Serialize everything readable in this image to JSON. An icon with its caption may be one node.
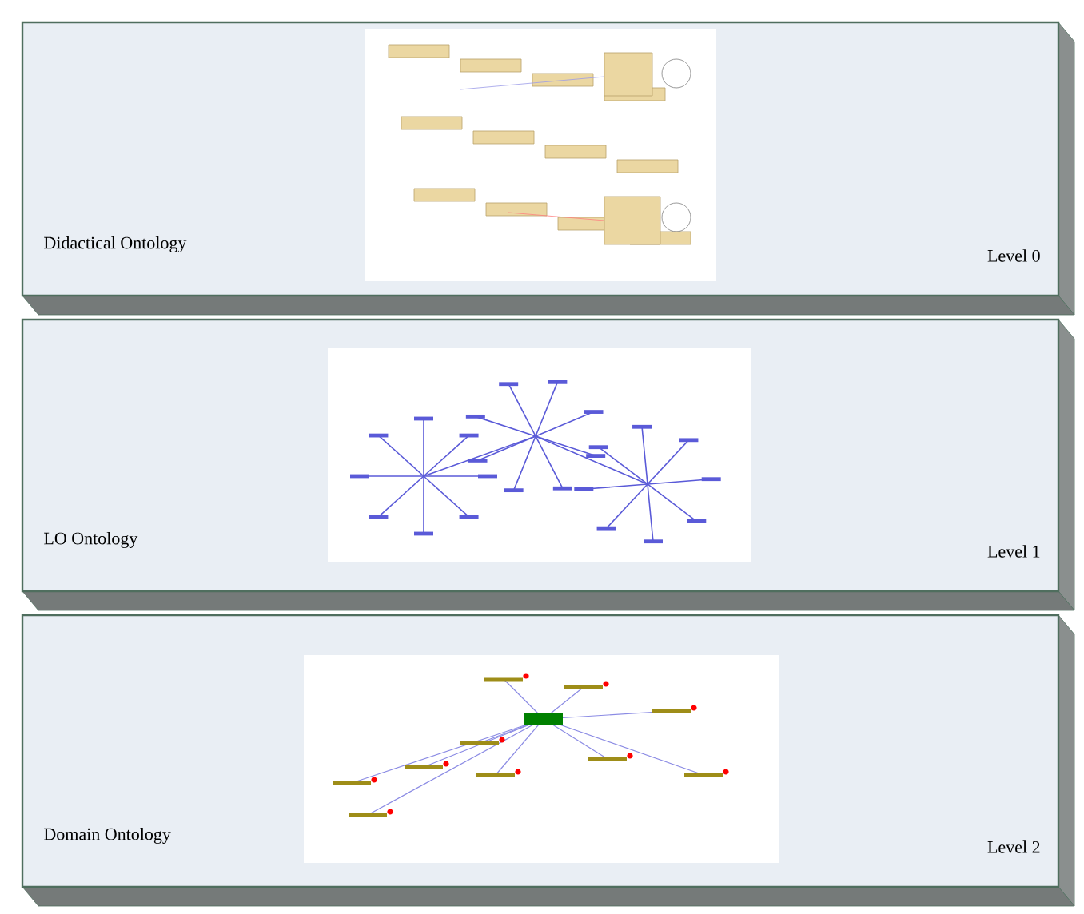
{
  "diagram": {
    "nodes": [
      {
        "text": [
          "Didactical Ontology",
          "Level 0"
        ]
      },
      {
        "text": [
          "LO Ontology",
          "Level 1"
        ]
      },
      {
        "text": [
          "Domain Ontology",
          "Level 2"
        ]
      }
    ]
  }
}
